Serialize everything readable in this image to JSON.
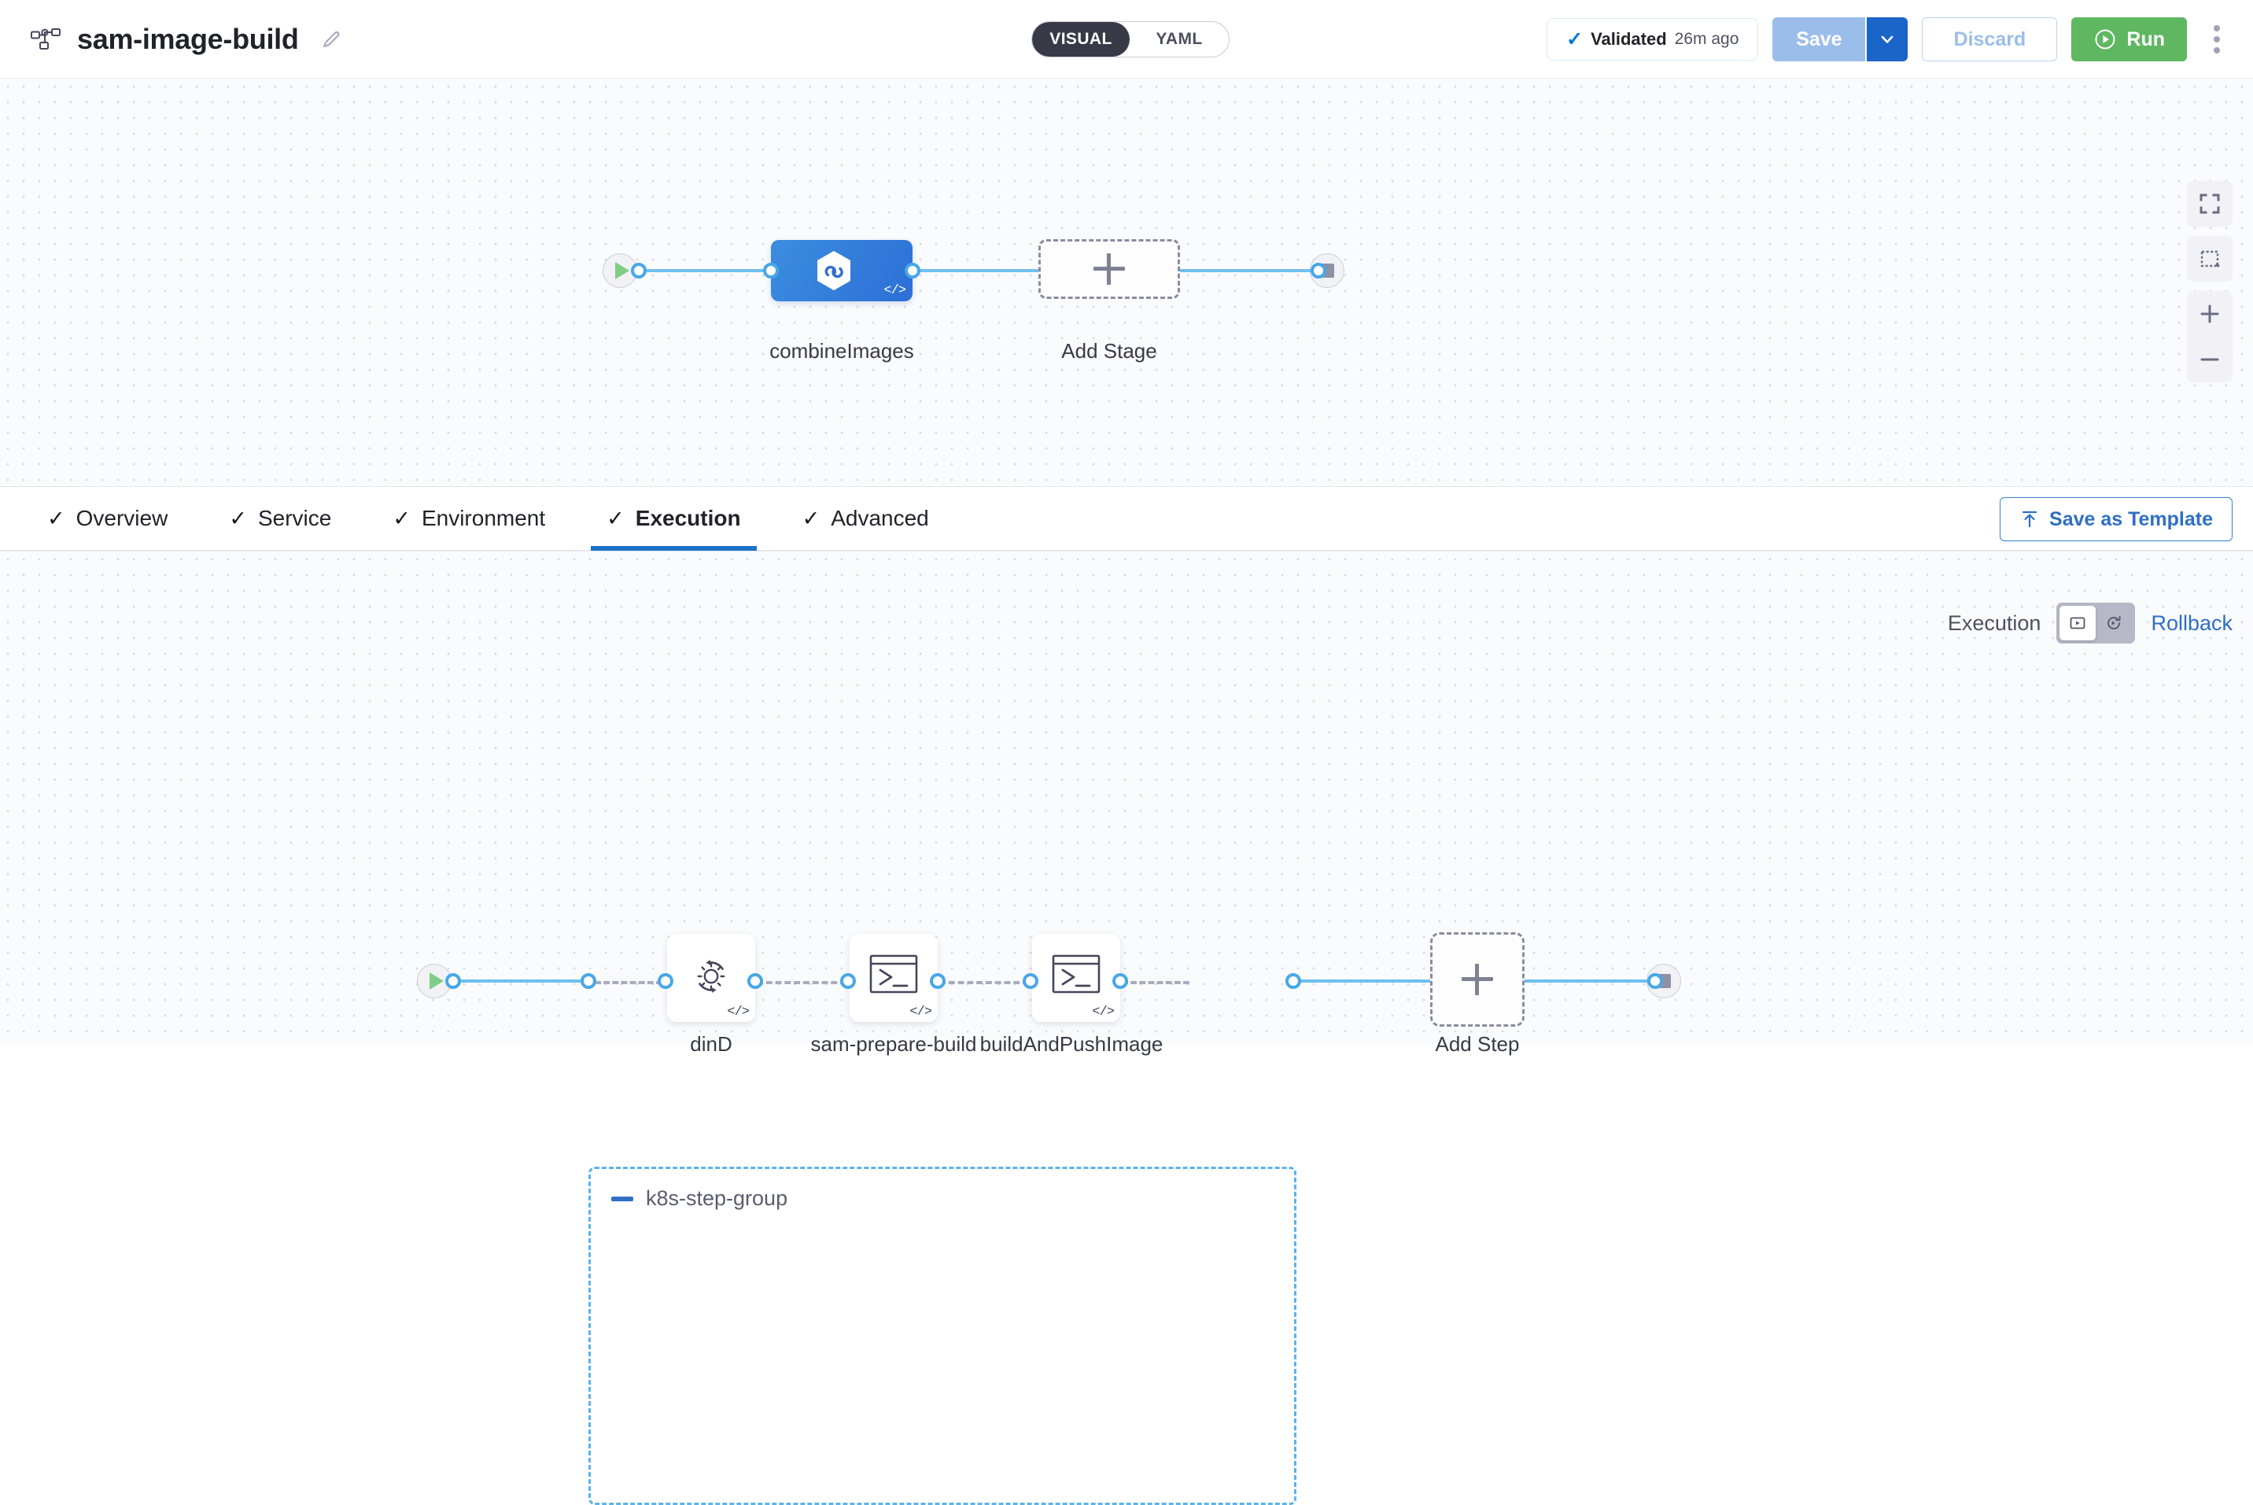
{
  "header": {
    "pipeline_icon": "pipeline-glyph-icon",
    "title": "sam-image-build",
    "edit_icon": "pencil-icon",
    "mode_toggle": {
      "visual": "VISUAL",
      "yaml": "YAML",
      "selected": "VISUAL"
    },
    "validated": {
      "check_icon": "check-icon",
      "label": "Validated",
      "time": "26m ago"
    },
    "save_label": "Save",
    "save_caret_icon": "chevron-down-icon",
    "discard_label": "Discard",
    "run_label": "Run",
    "run_icon": "play-circle-icon",
    "more_icon": "kebab-menu-icon"
  },
  "stage_canvas": {
    "start_icon": "play-icon",
    "end_icon": "stop-icon",
    "stage": {
      "label": "combineImages",
      "icon": "harness-hexagon-infinity-icon",
      "code_badge": "</>"
    },
    "add_stage": {
      "label": "Add Stage",
      "icon": "plus-icon"
    },
    "controls": {
      "fullscreen_icon": "fullscreen-icon",
      "fit_icon": "zoom-to-fit-icon",
      "zoom_in_icon": "plus-icon",
      "zoom_out_icon": "minus-icon"
    }
  },
  "tabs": [
    {
      "label": "Overview",
      "check": "✓",
      "active": false
    },
    {
      "label": "Service",
      "check": "✓",
      "active": false
    },
    {
      "label": "Environment",
      "check": "✓",
      "active": false
    },
    {
      "label": "Execution",
      "check": "✓",
      "active": true
    },
    {
      "label": "Advanced",
      "check": "✓",
      "active": false
    }
  ],
  "save_as_template": {
    "label": "Save as Template",
    "icon": "upload-template-icon"
  },
  "execution_panel": {
    "execution_label": "Execution",
    "rollback_label": "Rollback",
    "execution_icon": "execution-play-box-icon",
    "rollback_icon": "rollback-circular-arrow-icon",
    "selected": "Execution"
  },
  "step_canvas": {
    "start_icon": "play-icon",
    "end_icon": "stop-icon",
    "group": {
      "title": "k8s-step-group",
      "collapse_icon": "collapse-minus-icon"
    },
    "steps": [
      {
        "label": "dinD",
        "icon": "gear-rotate-icon",
        "code_badge": "</>"
      },
      {
        "label": "sam-prepare-build",
        "icon": "terminal-icon",
        "code_badge": "</>"
      },
      {
        "label": "buildAndPushImage",
        "icon": "terminal-icon",
        "code_badge": "</>"
      }
    ],
    "add_step": {
      "label": "Add Step",
      "icon": "plus-icon"
    }
  },
  "colors": {
    "accent_blue": "#2f6fc4",
    "edge_blue": "#6fc0f0",
    "port_blue": "#48a7e8",
    "run_green": "#5fb761",
    "group_dash": "#5cb3ea",
    "canvas_bg": "#fafbfd"
  }
}
